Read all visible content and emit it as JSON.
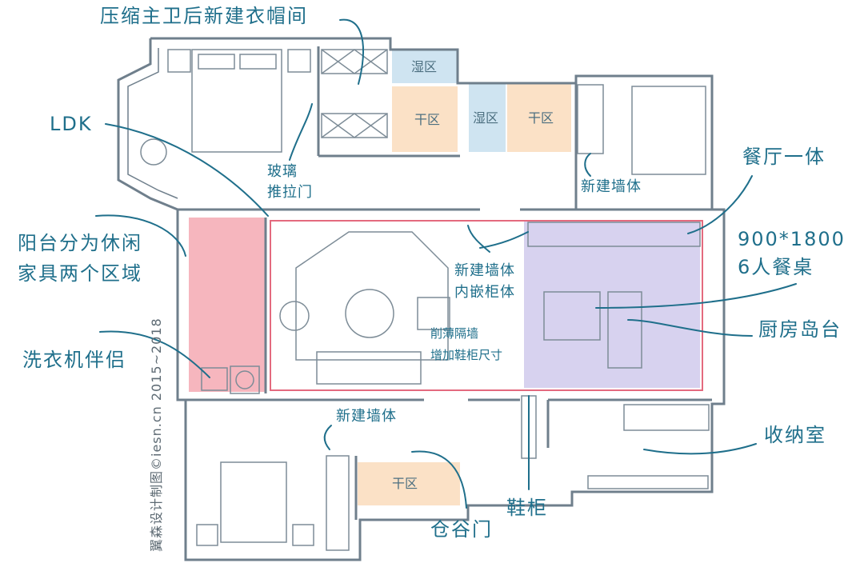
{
  "annotations": {
    "wardrobe_room": "压缩主卫后新建衣帽间",
    "ldk": "LDK",
    "glass_sliding_door": [
      "玻璃",
      "推拉门"
    ],
    "new_wall_top_right": "新建墙体",
    "dining_kitchen": "餐厅一体",
    "table_size": [
      "900*1800",
      "6人餐桌"
    ],
    "balcony_zones": [
      "阳台分为休闲",
      "家具两个区域"
    ],
    "washer_partner": "洗衣机伴侣",
    "new_wall_cabinet": [
      "新建墙体",
      "内嵌柜体"
    ],
    "thin_partition": [
      "削薄隔墙",
      "增加鞋柜尺寸"
    ],
    "kitchen_island": "厨房岛台",
    "new_wall_bottom": "新建墙体",
    "storage_room": "收纳室",
    "shoe_cabinet": "鞋柜",
    "barn_door": "仓谷门"
  },
  "rooms": {
    "wet_zone_1": "湿区",
    "dry_zone_1": "干区",
    "wet_zone_2": "湿区",
    "dry_zone_2": "干区",
    "dry_zone_3": "干区"
  },
  "watermark": "翼森设计制图©iesn.cn 2015~2018",
  "colors": {
    "annotation": "#1f6f8b",
    "wall": "#6f7f8c",
    "balcony_fill": "#f4a9b3",
    "kitchen_fill": "#c9c3ea",
    "wet_fill": "#cfe4f1",
    "dry_fill": "#fbe1c6",
    "ldk_outline": "#e46a7e"
  }
}
